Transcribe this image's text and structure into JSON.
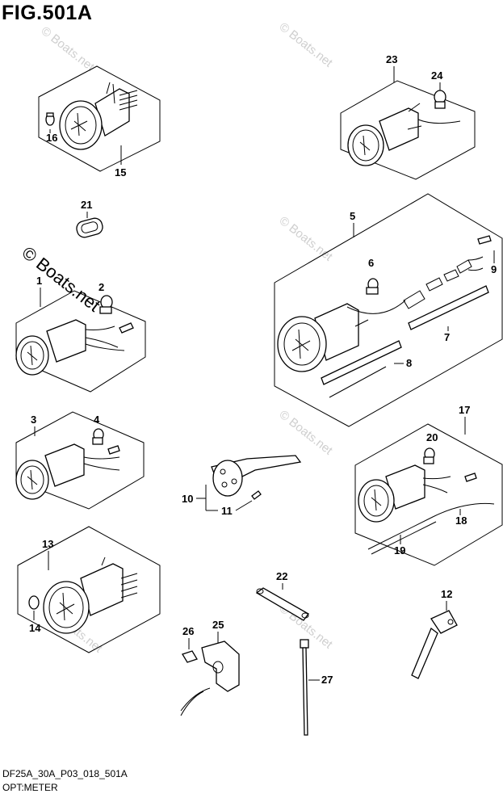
{
  "figure": {
    "title": "FIG.501A",
    "code": "DF25A_30A_P03_018_501A",
    "caption": "OPT:METER"
  },
  "watermark": {
    "large": "© Boats.net",
    "small": "© Boats.net"
  },
  "callouts": [
    "1",
    "2",
    "3",
    "4",
    "5",
    "6",
    "7",
    "8",
    "9",
    "10",
    "11",
    "12",
    "13",
    "14",
    "15",
    "16",
    "17",
    "18",
    "19",
    "20",
    "21",
    "22",
    "23",
    "24",
    "25",
    "26",
    "27"
  ]
}
